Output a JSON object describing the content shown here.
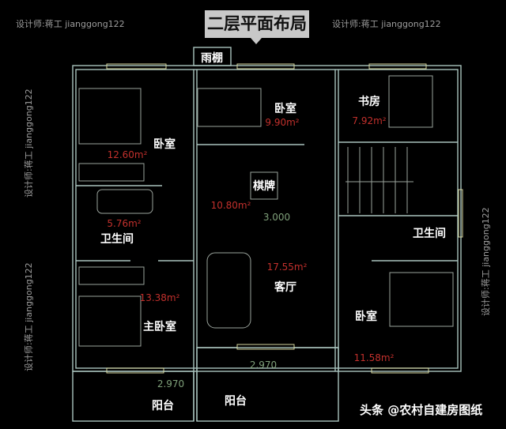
{
  "title": "二层平面布局",
  "rooms": {
    "canopy": "雨棚",
    "bedroom_left": {
      "name": "卧室",
      "area": "12.60m²"
    },
    "bedroom_top": {
      "name": "卧室",
      "area": "9.90m²"
    },
    "study": {
      "name": "书房",
      "area": "7.92m²"
    },
    "chess": {
      "name": "棋牌",
      "area": "10.80m²"
    },
    "bath_left": {
      "name": "卫生间",
      "area": "5.76m²"
    },
    "bath_right": {
      "name": "卫生间"
    },
    "living": {
      "name": "客厅",
      "area": "17.55m²"
    },
    "master": {
      "name": "主卧室",
      "area": "13.38m²"
    },
    "bedroom_right": {
      "name": "卧室",
      "area": "11.58m²"
    },
    "balcony_left": {
      "name": "阳台",
      "elevation": "2.970"
    },
    "balcony_center": {
      "name": "阳台",
      "elevation": "2.970"
    },
    "hall_elevation": "3.000"
  },
  "watermarks": {
    "designer": "设计师:蒋工 jianggong122",
    "brand": "头条 @农村自建房图纸"
  },
  "colors": {
    "wall": "#a9c3bd",
    "area_text": "#c2302c",
    "dimension_text": "#7fa07a"
  }
}
